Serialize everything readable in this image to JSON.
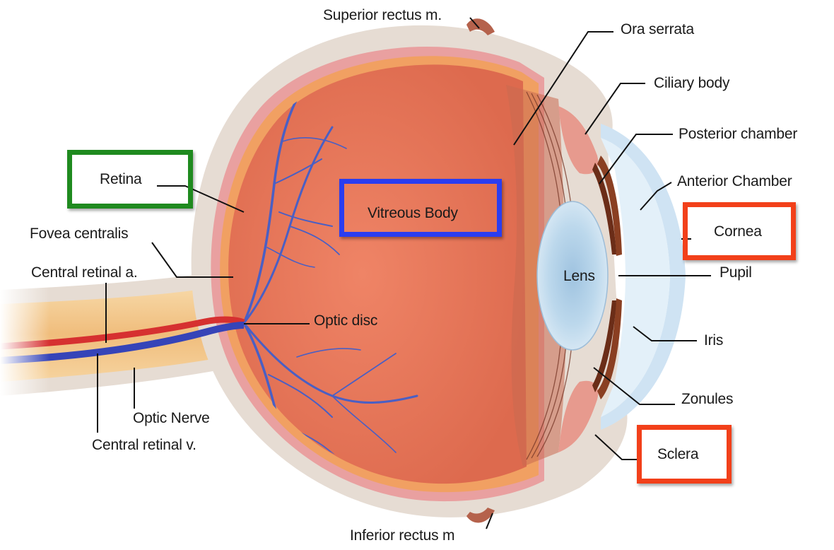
{
  "labels": {
    "superior_rectus": "Superior rectus m.",
    "ora_serrata": "Ora serrata",
    "ciliary_body": "Ciliary body",
    "posterior_chamber": "Posterior chamber",
    "anterior_chamber": "Anterior Chamber",
    "cornea": "Cornea",
    "pupil": "Pupil",
    "lens": "Lens",
    "iris": "Iris",
    "zonules": "Zonules",
    "sclera": "Sclera",
    "inferior_rectus": "Inferior rectus m",
    "retina": "Retina",
    "vitreous_body": "Vitreous Body",
    "fovea_centralis": "Fovea centralis",
    "central_retinal_a": "Central retinal a.",
    "optic_disc": "Optic disc",
    "optic_nerve": "Optic Nerve",
    "central_retinal_v": "Central retinal v."
  },
  "highlight_colors": {
    "retina": "#1f8a1f",
    "vitreous_body": "#2b3df0",
    "cornea": "#f2401a",
    "sclera": "#f2401a"
  },
  "palette": {
    "sclera": "#e6dcd3",
    "choroid": "#e9a0a0",
    "retina_layer": "#f1a062",
    "vitreous": "#e8765a",
    "vessel_blue": "#4a5fc4",
    "artery_red": "#d63030",
    "vein_blue": "#3644b8",
    "optic_nerve": "#f3c488",
    "lens": "#bcd8ec",
    "cornea": "#d4e8f6",
    "iris": "#8a3f22"
  }
}
